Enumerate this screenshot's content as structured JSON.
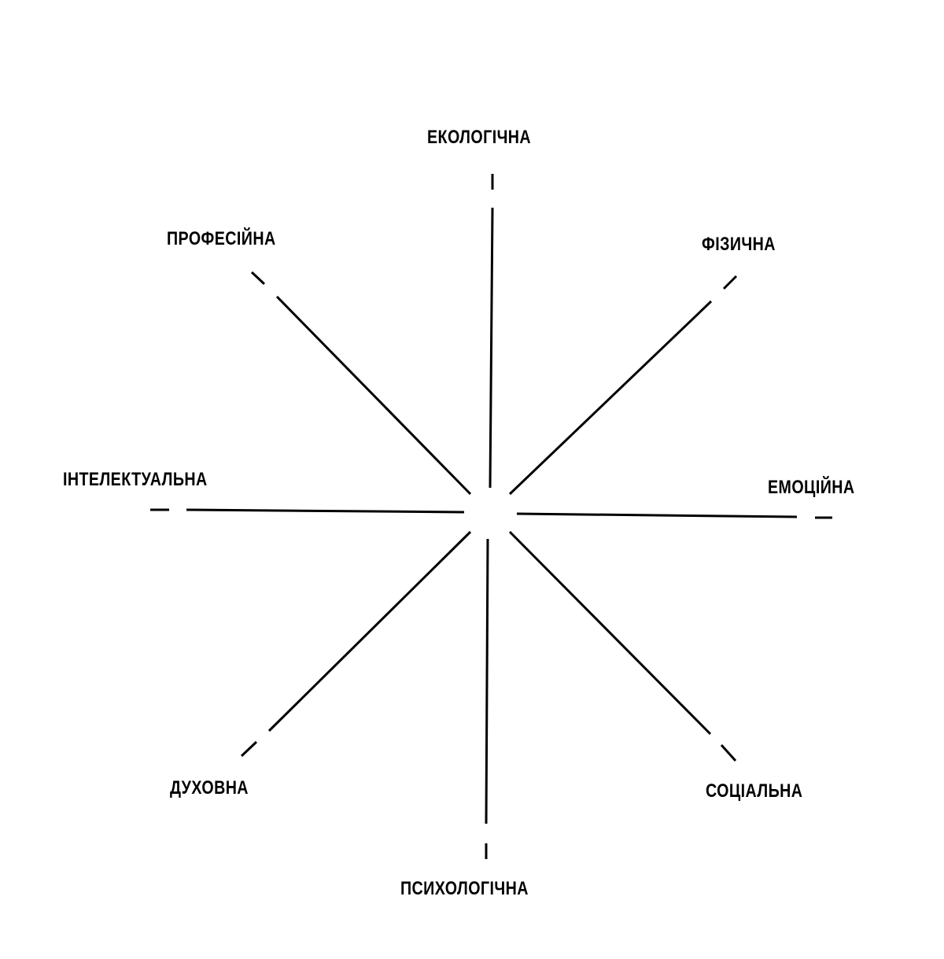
{
  "diagram": {
    "colors": {
      "line": "#000000",
      "background": "#ffffff"
    },
    "labels": {
      "top": "ЕКОЛОГІЧНА",
      "top_left": "ПРОФЕСІЙНА",
      "top_right": "ФІЗИЧНА",
      "left": "ІНТЕЛЕКТУАЛЬНА",
      "right": "ЕМОЦІЙНА",
      "bottom_left": "ДУХОВНА",
      "bottom_right": "СОЦІАЛЬНА",
      "bottom": "ПСИХОЛОГІЧНА"
    }
  }
}
